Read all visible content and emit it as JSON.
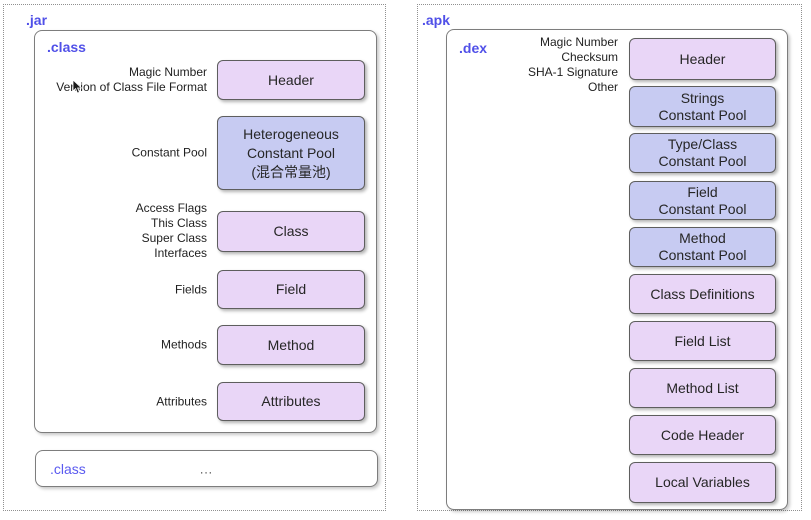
{
  "jar": {
    "label": ".jar",
    "class_file": {
      "label": ".class",
      "sections": [
        {
          "annotation": "Magic Number\nVersion of Class File Format",
          "box": "Header",
          "fill": "pink"
        },
        {
          "annotation": "Constant Pool",
          "box": "Heterogeneous\nConstant Pool\n(混合常量池)",
          "fill": "blue"
        },
        {
          "annotation": "Access Flags\nThis Class\nSuper Class\nInterfaces",
          "box": "Class",
          "fill": "pink"
        },
        {
          "annotation": "Fields",
          "box": "Field",
          "fill": "pink"
        },
        {
          "annotation": "Methods",
          "box": "Method",
          "fill": "pink"
        },
        {
          "annotation": "Attributes",
          "box": "Attributes",
          "fill": "pink"
        }
      ]
    },
    "more_class_file": {
      "label": ".class",
      "ellipsis": "..."
    }
  },
  "apk": {
    "label": ".apk",
    "dex_file": {
      "label": ".dex",
      "annotation": "Magic Number\nChecksum\nSHA-1 Signature\nOther",
      "sections": [
        {
          "box": "Header",
          "fill": "pink"
        },
        {
          "box": "Strings\nConstant Pool",
          "fill": "blue"
        },
        {
          "box": "Type/Class\nConstant Pool",
          "fill": "blue"
        },
        {
          "box": "Field\nConstant Pool",
          "fill": "blue"
        },
        {
          "box": "Method\nConstant Pool",
          "fill": "blue"
        },
        {
          "box": "Class Definitions",
          "fill": "pink"
        },
        {
          "box": "Field List",
          "fill": "pink"
        },
        {
          "box": "Method List",
          "fill": "pink"
        },
        {
          "box": "Code Header",
          "fill": "pink"
        },
        {
          "box": "Local Variables",
          "fill": "pink"
        }
      ]
    }
  },
  "colors": {
    "pink": "#e9d6f7",
    "blue": "#c7cbf2",
    "accent_text": "#5050e8",
    "node_border": "#5e5e5e",
    "dashed_border": "#909090"
  }
}
